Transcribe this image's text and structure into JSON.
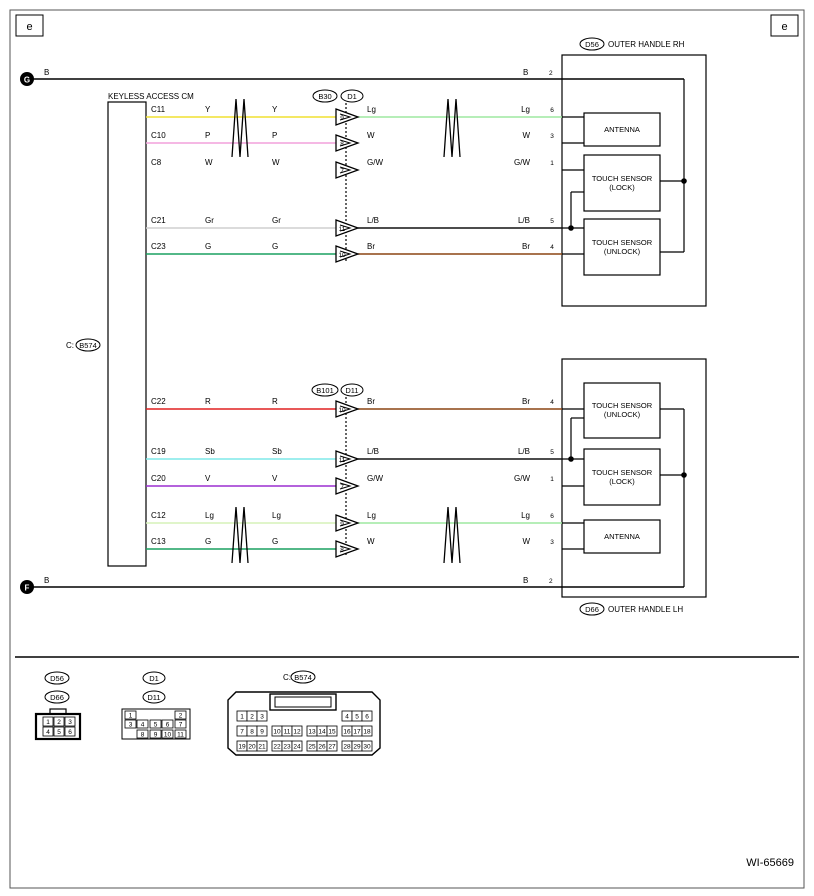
{
  "page": {
    "corner_left": "e",
    "corner_right": "e",
    "figure_id": "WI-65669"
  },
  "grounds": {
    "top": {
      "letter": "G",
      "color_left": "B",
      "color_right": "B",
      "pin": "2"
    },
    "bottom": {
      "letter": "F",
      "color_left": "B",
      "color_right": "B",
      "pin": "2"
    }
  },
  "control_module": {
    "title": "KEYLESS ACCESS CM",
    "connector_prefix": "C:",
    "connector": "B574"
  },
  "handles": {
    "rh": {
      "connector": "D56",
      "title": "OUTER HANDLE RH",
      "antenna": "ANTENNA",
      "lock_l1": "TOUCH SENSOR",
      "lock_l2": "(LOCK)",
      "unlock_l1": "TOUCH SENSOR",
      "unlock_l2": "(UNLOCK)"
    },
    "lh": {
      "connector": "D66",
      "title": "OUTER HANDLE LH",
      "antenna": "ANTENNA",
      "lock_l1": "TOUCH SENSOR",
      "lock_l2": "(LOCK)",
      "unlock_l1": "TOUCH SENSOR",
      "unlock_l2": "(UNLOCK)"
    }
  },
  "joints": {
    "top": {
      "left": "B30",
      "right": "D1"
    },
    "bottom": {
      "left": "B101",
      "right": "D11"
    }
  },
  "wires": {
    "top": [
      {
        "cm_pin": "C11",
        "left_color": "Y",
        "left_color2": "Y",
        "jpin": "9",
        "right_color": "Lg",
        "right_color2": "Lg",
        "hpin": "6",
        "left_hex": "#f0e030",
        "right_hex": "#9ee8a0",
        "break": true
      },
      {
        "cm_pin": "C10",
        "left_color": "P",
        "left_color2": "P",
        "jpin": "8",
        "right_color": "W",
        "right_color2": "W",
        "hpin": "3",
        "left_hex": "#f2a0dc",
        "right_hex": "#ffffff",
        "break": true
      },
      {
        "cm_pin": "C8",
        "left_color": "W",
        "left_color2": "W",
        "jpin": "7",
        "right_color": "G/W",
        "right_color2": "G/W",
        "hpin": "1",
        "left_hex": "#ffffff",
        "right_hex": "#ffffff",
        "break": false
      },
      {
        "cm_pin": "C21",
        "left_color": "Gr",
        "left_color2": "Gr",
        "jpin": "11",
        "right_color": "L/B",
        "right_color2": "L/B",
        "hpin": "5",
        "left_hex": "#cfcfcf",
        "right_hex": "#111111",
        "break": false
      },
      {
        "cm_pin": "C23",
        "left_color": "G",
        "left_color2": "G",
        "jpin": "10",
        "right_color": "Br",
        "right_color2": "Br",
        "hpin": "4",
        "left_hex": "#1aa060",
        "right_hex": "#8b4513",
        "break": false
      }
    ],
    "bottom": [
      {
        "cm_pin": "C22",
        "left_color": "R",
        "left_color2": "R",
        "jpin": "10",
        "right_color": "Br",
        "right_color2": "Br",
        "hpin": "4",
        "left_hex": "#e02020",
        "right_hex": "#8b4513",
        "break": false
      },
      {
        "cm_pin": "C19",
        "left_color": "Sb",
        "left_color2": "Sb",
        "jpin": "11",
        "right_color": "L/B",
        "right_color2": "L/B",
        "hpin": "5",
        "left_hex": "#7fe8e8",
        "right_hex": "#111111",
        "break": false
      },
      {
        "cm_pin": "C20",
        "left_color": "V",
        "left_color2": "V",
        "jpin": "7",
        "right_color": "G/W",
        "right_color2": "G/W",
        "hpin": "1",
        "left_hex": "#9b2fd0",
        "right_hex": "#ffffff",
        "break": false
      },
      {
        "cm_pin": "C12",
        "left_color": "Lg",
        "left_color2": "Lg",
        "jpin": "9",
        "right_color": "Lg",
        "right_color2": "Lg",
        "hpin": "6",
        "left_hex": "#d6f2b8",
        "right_hex": "#9ee8a0",
        "break": true
      },
      {
        "cm_pin": "C13",
        "left_color": "G",
        "left_color2": "G",
        "jpin": "8",
        "right_color": "W",
        "right_color2": "W",
        "hpin": "3",
        "left_hex": "#1aa060",
        "right_hex": "#ffffff",
        "break": true
      }
    ]
  },
  "legend": {
    "handle_conn_1": "D56",
    "handle_conn_2": "D66",
    "joint_conn_1": "D1",
    "joint_conn_2": "D11",
    "cm_prefix": "C:",
    "cm_conn": "B574",
    "handle_pins": [
      "1",
      "2",
      "3",
      "4",
      "5",
      "6"
    ],
    "joint_pins": [
      "1",
      "2",
      "3",
      "4",
      "5",
      "6",
      "7",
      "8",
      "9",
      "10",
      "11"
    ],
    "cm_pins": [
      "1",
      "2",
      "3",
      "4",
      "5",
      "6",
      "7",
      "8",
      "9",
      "10",
      "11",
      "12",
      "13",
      "14",
      "15",
      "16",
      "17",
      "18",
      "19",
      "20",
      "21",
      "22",
      "23",
      "24",
      "25",
      "26",
      "27",
      "28",
      "29",
      "30"
    ]
  }
}
